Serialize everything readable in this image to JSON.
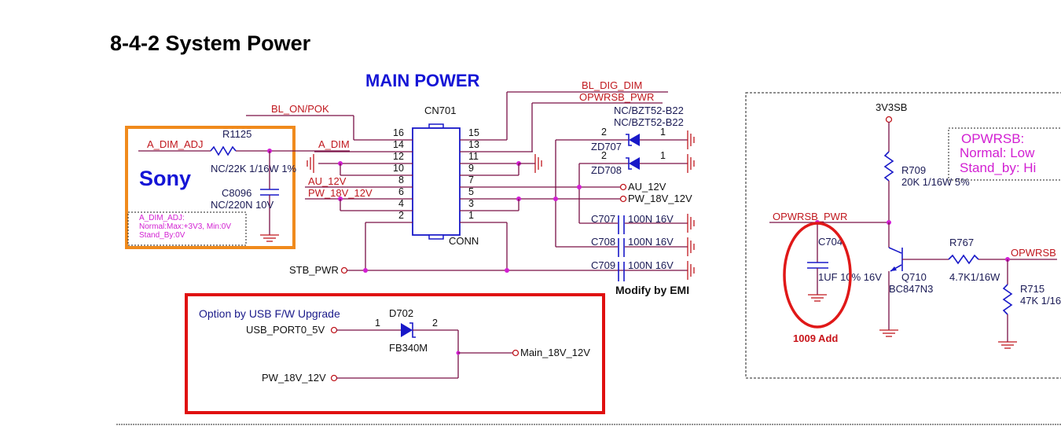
{
  "page": {
    "section_title": "8-4-2 System Power",
    "main_title": "MAIN POWER"
  },
  "sony_block": {
    "brand": "Sony",
    "input_net": "A_DIM_ADJ",
    "resistor": {
      "ref": "R1125",
      "value": "NC/22K 1/16W 1%"
    },
    "capacitor": {
      "ref": "C8096",
      "value": "NC/220N 10V"
    },
    "note_lines": [
      "A_DIM_ADJ:",
      "Normal:Max:+3V3, Min:0V",
      "Stand_By:0V"
    ],
    "border_color": "#f08a1c"
  },
  "connector": {
    "ref": "CN701",
    "type": "CONN",
    "left_pins": [
      "16",
      "14",
      "12",
      "10",
      "8",
      "6",
      "4",
      "2"
    ],
    "right_pins": [
      "15",
      "13",
      "11",
      "9",
      "7",
      "5",
      "3",
      "1"
    ],
    "left_nets": {
      "pin16": "BL_ON/POK",
      "pin14": "A_DIM",
      "pin8": "AU_12V",
      "pin6": "PW_18V_12V"
    },
    "right_nets": {
      "pin15": "BL_DIG_DIM",
      "pin13": "OPWRSB_PWR"
    }
  },
  "zeners": [
    {
      "ref": "ZD707",
      "part": "NC/BZT52-B22",
      "pin_a": "2",
      "pin_k": "1"
    },
    {
      "ref": "ZD708",
      "part": "NC/BZT52-B22",
      "pin_a": "2",
      "pin_k": "1"
    }
  ],
  "output_ports": [
    "AU_12V",
    "PW_18V_12V"
  ],
  "caps": [
    {
      "ref": "C707",
      "value": "100N 16V"
    },
    {
      "ref": "C708",
      "value": "100N 16V"
    },
    {
      "ref": "C709",
      "value": "100N 16V"
    }
  ],
  "emi_note": "Modify by EMI",
  "stb_port": "STB_PWR",
  "usb_option": {
    "title": "Option by USB F/W Upgrade",
    "diode": {
      "ref": "D702",
      "part": "FB340M",
      "pin1": "1",
      "pin2": "2"
    },
    "input_usb": "USB_PORT0_5V",
    "input_pw": "PW_18V_12V",
    "output": "Main_18V_12V",
    "border_color": "#e01010"
  },
  "standby_circuit": {
    "supply": "3V3SB",
    "r709": {
      "ref": "R709",
      "value": "20K 1/16W 5%"
    },
    "input_net": "OPWRSB_PWR",
    "c704": {
      "ref": "C704",
      "value": "1UF 10% 16V"
    },
    "q710": {
      "ref": "Q710",
      "part": "BC847N3"
    },
    "r767": {
      "ref": "R767",
      "value": "4.7K1/16W"
    },
    "output_net": "OPWRSB",
    "r715": {
      "ref": "R715",
      "value": "47K 1/16"
    },
    "note_lines": [
      "OPWRSB:",
      "Normal: Low",
      "Stand_by: Hi"
    ],
    "added_note": "1009 Add"
  }
}
